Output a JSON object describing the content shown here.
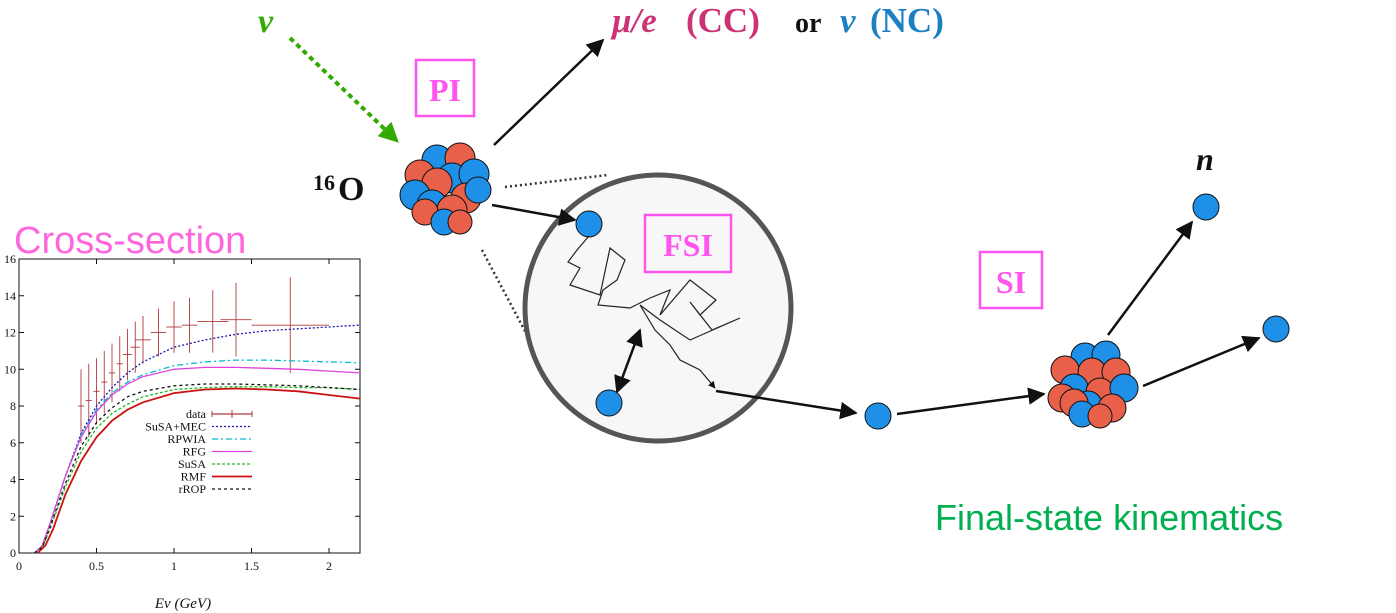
{
  "labels": {
    "nu_in": "ν",
    "lepton_mu_e": "μ/e",
    "lepton_cc": "(CC)",
    "lepton_or": "or",
    "lepton_nu": "ν",
    "lepton_nc": "(NC)",
    "target_mass": "16",
    "target_symbol": "O",
    "pi_box": "PI",
    "fsi_box": "FSI",
    "si_box": "SI",
    "neutron": "n",
    "cross_section": "Cross-section",
    "final_state": "Final-state kinematics"
  },
  "colors": {
    "nucleon_blue": "#1e90e8",
    "nucleon_red": "#e8604a",
    "box_magenta": "#ff55ee",
    "neutrino_green": "#33aa00",
    "lepton_magenta": "#cc3377",
    "nc_blue": "#1b7fc2",
    "title_pink": "#ff66dd",
    "final_green": "#00b050"
  },
  "chart_data": {
    "type": "line",
    "title": "",
    "xlabel": "E_ν (GeV)",
    "ylabel": "",
    "xlim": [
      0,
      2.2
    ],
    "ylim": [
      0,
      16
    ],
    "xticks": [
      "0",
      "0.5",
      "1",
      "1.5",
      "2"
    ],
    "yticks": [
      "0",
      "2",
      "4",
      "6",
      "8",
      "10",
      "12",
      "14",
      "16"
    ],
    "legend_position": "center-right",
    "series": [
      {
        "name": "data",
        "color": "#b03a3a",
        "style": "errorbar",
        "x": [
          0.4,
          0.45,
          0.5,
          0.55,
          0.6,
          0.65,
          0.7,
          0.75,
          0.8,
          0.9,
          1.0,
          1.1,
          1.25,
          1.4,
          1.75
        ],
        "y": [
          8.0,
          8.3,
          8.8,
          9.3,
          9.8,
          10.3,
          10.8,
          11.2,
          11.6,
          12.0,
          12.3,
          12.4,
          12.6,
          12.7,
          12.4
        ],
        "yerr": [
          2.0,
          2.0,
          1.8,
          1.7,
          1.6,
          1.5,
          1.4,
          1.4,
          1.3,
          1.3,
          1.4,
          1.5,
          1.7,
          2.0,
          2.6
        ],
        "xerr": [
          0.02,
          0.02,
          0.02,
          0.02,
          0.02,
          0.02,
          0.03,
          0.03,
          0.05,
          0.05,
          0.05,
          0.05,
          0.1,
          0.1,
          0.25
        ]
      },
      {
        "name": "SuSA+MEC",
        "color": "#1a1aaa",
        "dash": "2,2",
        "x": [
          0.1,
          0.15,
          0.2,
          0.3,
          0.4,
          0.5,
          0.6,
          0.7,
          0.8,
          1.0,
          1.2,
          1.4,
          1.6,
          1.8,
          2.0,
          2.2
        ],
        "y": [
          0,
          0.4,
          1.6,
          4.2,
          6.5,
          8.0,
          9.0,
          9.8,
          10.4,
          11.2,
          11.6,
          11.9,
          12.1,
          12.2,
          12.3,
          12.4
        ]
      },
      {
        "name": "RPWIA",
        "color": "#00bbcc",
        "dash": "6,3,2,3",
        "x": [
          0.1,
          0.15,
          0.2,
          0.3,
          0.4,
          0.5,
          0.6,
          0.7,
          0.8,
          1.0,
          1.2,
          1.4,
          1.6,
          1.8,
          2.0,
          2.2
        ],
        "y": [
          0,
          0.4,
          1.6,
          4.2,
          6.4,
          7.8,
          8.7,
          9.3,
          9.7,
          10.2,
          10.4,
          10.5,
          10.5,
          10.45,
          10.4,
          10.35
        ]
      },
      {
        "name": "RFG",
        "color": "#dd44dd",
        "dash": "",
        "x": [
          0.1,
          0.15,
          0.2,
          0.3,
          0.4,
          0.5,
          0.6,
          0.7,
          0.8,
          1.0,
          1.2,
          1.4,
          1.6,
          1.8,
          2.0,
          2.2
        ],
        "y": [
          0,
          0.4,
          1.6,
          4.2,
          6.3,
          7.7,
          8.6,
          9.2,
          9.6,
          10.0,
          10.1,
          10.1,
          10.05,
          10.0,
          9.9,
          9.8
        ]
      },
      {
        "name": "SuSA",
        "color": "#22bb22",
        "dash": "3,2",
        "x": [
          0.1,
          0.15,
          0.2,
          0.3,
          0.4,
          0.5,
          0.6,
          0.7,
          0.8,
          1.0,
          1.2,
          1.4,
          1.6,
          1.8,
          2.0,
          2.2
        ],
        "y": [
          0,
          0.3,
          1.3,
          3.6,
          5.5,
          6.8,
          7.6,
          8.1,
          8.5,
          8.9,
          9.0,
          9.05,
          9.05,
          9.0,
          9.0,
          8.9
        ]
      },
      {
        "name": "RMF",
        "color": "#cc1111",
        "dash": "",
        "x": [
          0.12,
          0.17,
          0.22,
          0.3,
          0.4,
          0.5,
          0.6,
          0.7,
          0.8,
          1.0,
          1.2,
          1.4,
          1.6,
          1.8,
          2.0,
          2.2
        ],
        "y": [
          0,
          0.4,
          1.3,
          3.2,
          5.0,
          6.3,
          7.2,
          7.8,
          8.2,
          8.7,
          8.9,
          8.95,
          8.9,
          8.8,
          8.6,
          8.4
        ]
      },
      {
        "name": "rROP",
        "color": "#111111",
        "dash": "3,3",
        "x": [
          0.1,
          0.15,
          0.2,
          0.3,
          0.4,
          0.5,
          0.6,
          0.7,
          0.8,
          1.0,
          1.2,
          1.4,
          1.6,
          1.8,
          2.0,
          2.2
        ],
        "y": [
          0,
          0.3,
          1.4,
          3.8,
          5.8,
          7.1,
          7.9,
          8.5,
          8.8,
          9.1,
          9.2,
          9.2,
          9.15,
          9.1,
          9.0,
          8.9
        ]
      }
    ]
  }
}
